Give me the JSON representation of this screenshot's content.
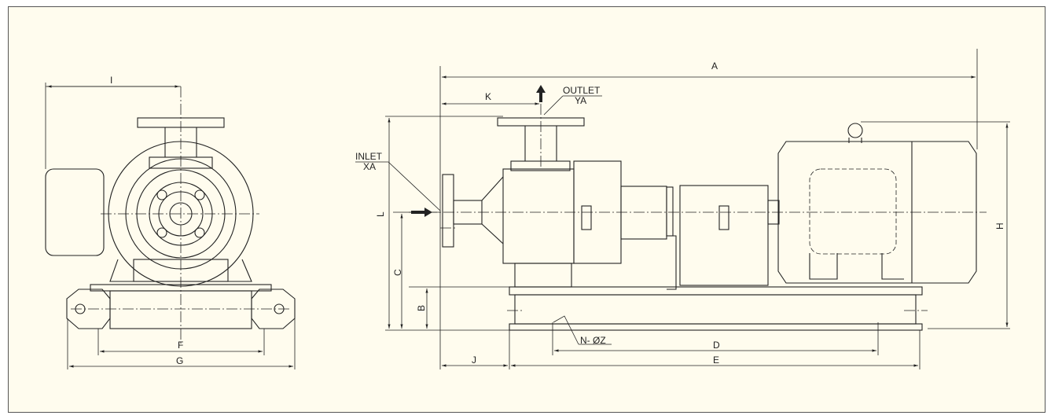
{
  "labels": {
    "A": "A",
    "B": "B",
    "C": "C",
    "D": "D",
    "E": "E",
    "F": "F",
    "G": "G",
    "H": "H",
    "I": "I",
    "J": "J",
    "K": "K",
    "L": "L",
    "inlet": "INLET",
    "inlet_size": "XA",
    "outlet": "OUTLET",
    "outlet_size": "YA",
    "bolt_holes": "N- ØZ"
  }
}
